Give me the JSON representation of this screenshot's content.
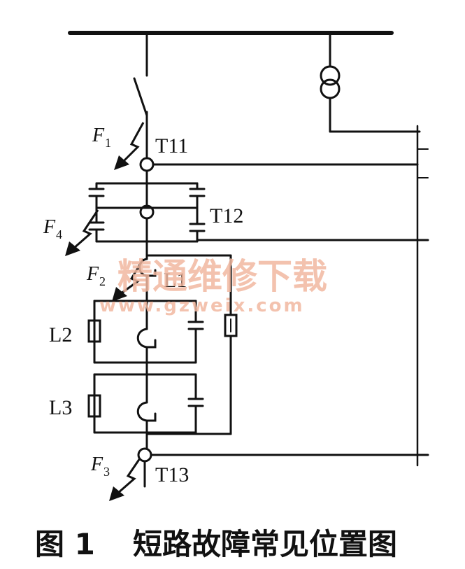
{
  "labels": {
    "t11": "T11",
    "t12": "T12",
    "t13": "T13",
    "l1": "L1",
    "l2": "L2",
    "l3": "L3",
    "f1": "F",
    "f1_sub": "1",
    "f2": "F",
    "f2_sub": "2",
    "f3": "F",
    "f3_sub": "3",
    "f4": "F",
    "f4_sub": "4"
  },
  "watermark": {
    "title": "精通维修下载",
    "url": "www.gzweix.com"
  },
  "caption": {
    "figure": "图 1",
    "title": "短路故障常见位置图"
  },
  "colors": {
    "line": "#111111",
    "watermark": "#f2b8a0"
  }
}
